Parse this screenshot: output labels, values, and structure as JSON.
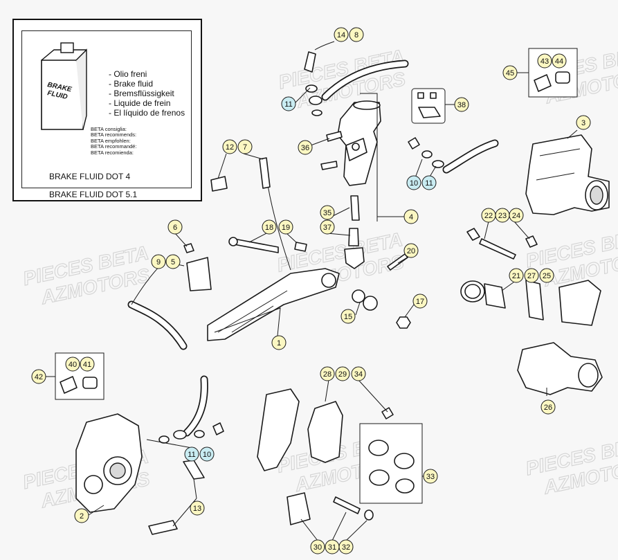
{
  "brake_fluid_panel": {
    "bottle_label": [
      "BRAKE",
      "FLUID"
    ],
    "languages": [
      "- Olio freni",
      "- Brake fluid",
      "- Bremsflüssigkeit",
      "- Liquide de frein",
      "- El líquido de frenos"
    ],
    "recommendations": [
      "BETA consiglia:",
      "BETA recommends:",
      "BETA empfohlen:",
      "BETA recommandé:",
      "BETA recomienda:"
    ],
    "fluid_dot4": "BRAKE FLUID DOT 4",
    "fluid_dot51": "BRAKE FLUID DOT 5.1"
  },
  "watermark": {
    "line1": "PIECES BETA",
    "line2": "AZMOTORS"
  },
  "colors": {
    "callout_yellow": "#fbf7c2",
    "callout_blue": "#c9ecf2",
    "line": "#1a1a1a"
  },
  "callouts": {
    "c14": "14",
    "c8": "8",
    "c11a": "11",
    "c36": "36",
    "c38": "38",
    "c10b": "10",
    "c11b": "11",
    "c3": "3",
    "c45": "45",
    "c43": "43",
    "c44": "44",
    "c12": "12",
    "c7": "7",
    "c6": "6",
    "c9": "9",
    "c5": "5",
    "c18": "18",
    "c19": "19",
    "c35": "35",
    "c37": "37",
    "c4": "4",
    "c20": "20",
    "c22": "22",
    "c23": "23",
    "c24": "24",
    "c21": "21",
    "c27": "27",
    "c25": "25",
    "c15": "15",
    "c17": "17",
    "c1": "1",
    "c26": "26",
    "c42": "42",
    "c40": "40",
    "c41": "41",
    "c28": "28",
    "c29": "29",
    "c34": "34",
    "c11c": "11",
    "c10c": "10",
    "c33": "33",
    "c13": "13",
    "c2": "2",
    "c30": "30",
    "c31": "31",
    "c32": "32"
  }
}
